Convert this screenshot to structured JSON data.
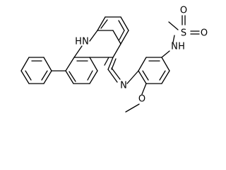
{
  "structure": {
    "atoms": {
      "nh_ring": "H",
      "n_ring": "N",
      "n_imine": "N",
      "n_amide": "N",
      "h_amide": "H",
      "sulfur": "S",
      "oxygen_1": "O",
      "oxygen_2": "O",
      "oxygen_methoxy": "O"
    }
  }
}
